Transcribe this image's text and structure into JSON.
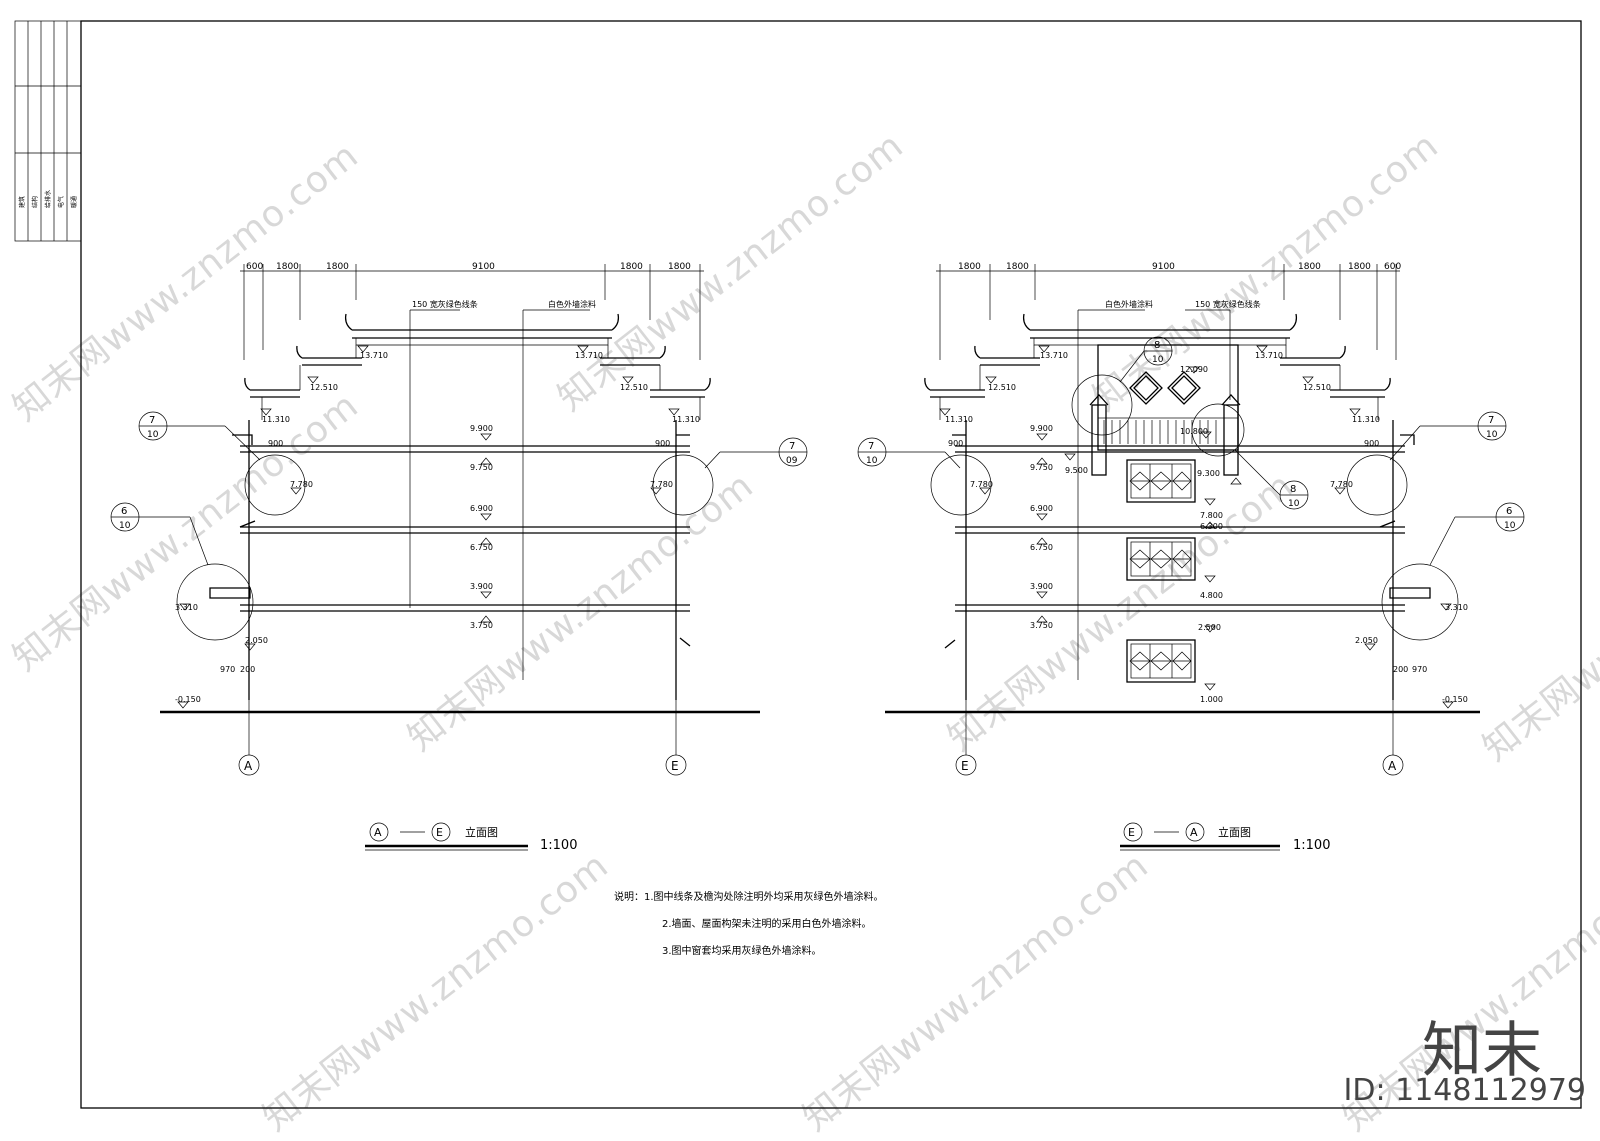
{
  "watermark": "知末网www.znzmo.com",
  "brand": "知末",
  "id_label": "ID: 1148112979",
  "title_block": [
    "建筑",
    "结构",
    "给排水",
    "电气",
    "暖通"
  ],
  "left_view": {
    "title": "立面图",
    "from_axis": "A",
    "to_axis": "E",
    "scale": "1:100",
    "dims": [
      "600",
      "1800",
      "1800",
      "9100",
      "1800",
      "1800"
    ],
    "labels": [
      "150 宽灰绿色线条",
      "白色外墙涂料"
    ],
    "levels": [
      "13.710",
      "13.710",
      "12.510",
      "12.510",
      "11.310",
      "11.310",
      "9.900",
      "9.750",
      "6.900",
      "6.750",
      "3.900",
      "3.750",
      "7.780",
      "7.780",
      "3.310",
      "2.050",
      "-0.150"
    ],
    "small_dims": [
      "900",
      "900",
      "970",
      "200"
    ],
    "callouts": [
      {
        "num": "7",
        "sheet": "10"
      },
      {
        "num": "6",
        "sheet": "10"
      },
      {
        "num": "7",
        "sheet": "09"
      }
    ]
  },
  "right_view": {
    "title": "立面图",
    "from_axis": "E",
    "to_axis": "A",
    "scale": "1:100",
    "dims": [
      "1800",
      "1800",
      "9100",
      "1800",
      "1800",
      "600"
    ],
    "labels": [
      "白色外墙涂料",
      "150 宽灰绿色线条"
    ],
    "levels": [
      "13.710",
      "13.710",
      "12.510",
      "12.510",
      "11.310",
      "11.310",
      "12.090",
      "10.800",
      "9.900",
      "9.750",
      "9.500",
      "9.300",
      "7.780",
      "7.780",
      "7.800",
      "6.900",
      "6.750",
      "6.300",
      "4.800",
      "3.900",
      "3.750",
      "3.310",
      "2.500",
      "2.050",
      "1.000",
      "-0.150"
    ],
    "small_dims": [
      "900",
      "900",
      "200",
      "970"
    ],
    "callouts": [
      {
        "num": "7",
        "sheet": "10"
      },
      {
        "num": "8",
        "sheet": "10"
      },
      {
        "num": "8",
        "sheet": "10"
      },
      {
        "num": "7",
        "sheet": "10"
      },
      {
        "num": "6",
        "sheet": "10"
      }
    ]
  },
  "notes": [
    "说明：1.图中线条及檐沟处除注明外均采用灰绿色外墙涂料。",
    "2.墙面、屋面构架未注明的采用白色外墙涂料。",
    "3.图中窗套均采用灰绿色外墙涂料。"
  ]
}
